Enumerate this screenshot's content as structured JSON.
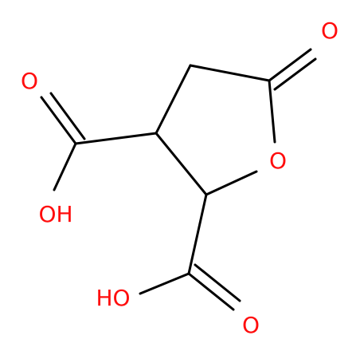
{
  "molecule": {
    "atoms": {
      "o_carbonyl": {
        "symbol": "O"
      },
      "o_ring": {
        "symbol": "O"
      },
      "o_acid3_double": {
        "symbol": "O"
      },
      "oh_acid3": {
        "symbol": "OH"
      },
      "oh_acid2": {
        "symbol": "HO"
      },
      "o_acid2_double": {
        "symbol": "O"
      }
    },
    "colors": {
      "bond": "#000000",
      "oxygen": "#ff0d0d",
      "background": "#ffffff"
    }
  }
}
